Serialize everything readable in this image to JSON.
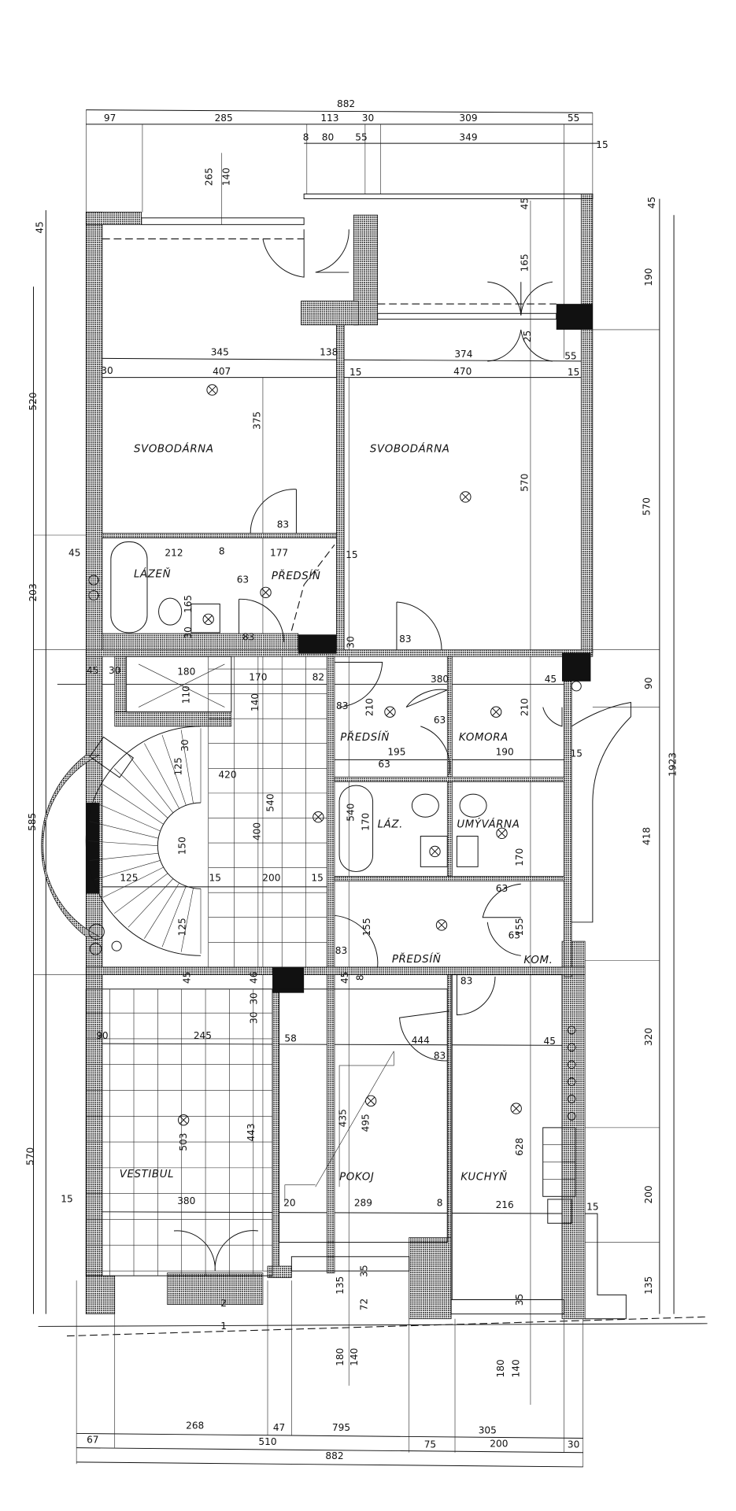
{
  "rooms": {
    "svobodarna_left": "SVOBODÁRNA",
    "svobodarna_right": "SVOBODÁRNA",
    "lazen": "LÁZEŇ",
    "predsin_upper": "PŘEDSÍŇ",
    "predsin_middle": "PŘEDSÍŇ",
    "komora": "KOMORA",
    "laz": "LÁZ.",
    "umyvarna": "UMÝVÁRNA",
    "predsin_lower": "PŘEDSÍŇ",
    "kom": "KOM.",
    "vestibul": "VESTIBUL",
    "pokoj": "POKOJ",
    "kuchyn": "KUCHYŇ"
  },
  "dims": [
    "882",
    "97",
    "285",
    "113",
    "30",
    "309",
    "55",
    "8",
    "80",
    "55",
    "349",
    "15",
    "265",
    "140",
    "45",
    "45",
    "45",
    "165",
    "190",
    "25",
    "345",
    "138",
    "374",
    "55",
    "30",
    "407",
    "15",
    "470",
    "15",
    "520",
    "375",
    "570",
    "570",
    "83",
    "45",
    "212",
    "8",
    "177",
    "15",
    "165",
    "63",
    "203",
    "30",
    "83",
    "30",
    "83",
    "45",
    "30",
    "180",
    "110",
    "170",
    "140",
    "82",
    "380",
    "45",
    "90",
    "83",
    "210",
    "63",
    "210",
    "30",
    "195",
    "190",
    "15",
    "63",
    "125",
    "420",
    "540",
    "540",
    "585",
    "170",
    "170",
    "400",
    "418",
    "1923",
    "150",
    "125",
    "15",
    "200",
    "15",
    "63",
    "125",
    "155",
    "155",
    "83",
    "63",
    "45",
    "46",
    "45",
    "8",
    "30",
    "30",
    "83",
    "90",
    "245",
    "58",
    "444",
    "45",
    "320",
    "83",
    "435",
    "495",
    "503",
    "443",
    "628",
    "570",
    "15",
    "380",
    "20",
    "289",
    "8",
    "216",
    "15",
    "200",
    "35",
    "135",
    "72",
    "35",
    "135",
    "2",
    "1",
    "180",
    "140",
    "180",
    "140",
    "268",
    "47",
    "795",
    "305",
    "67",
    "510",
    "75",
    "200",
    "30",
    "882"
  ]
}
